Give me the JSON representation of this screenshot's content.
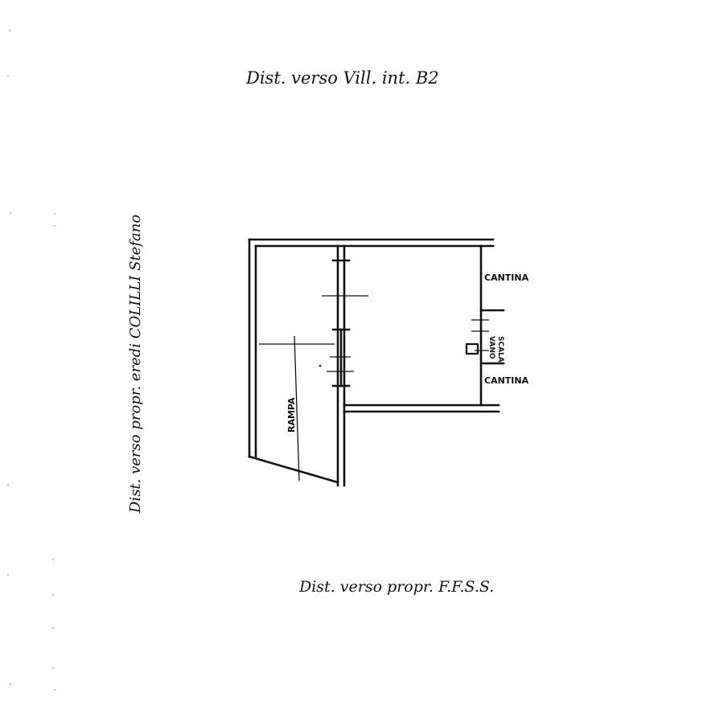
{
  "labels": {
    "top": "Dist. verso Vill. int. B2",
    "left": "Dist. verso propr. eredi COLILLI Stefano",
    "bottom": "Dist. verso propr. F.F.S.S.",
    "cellar_top": "CANTINA",
    "cellar_bottom": "CANTINA",
    "stair_line1": "VANO",
    "stair_line2": "SCALA",
    "ramp": "RAMPA"
  }
}
